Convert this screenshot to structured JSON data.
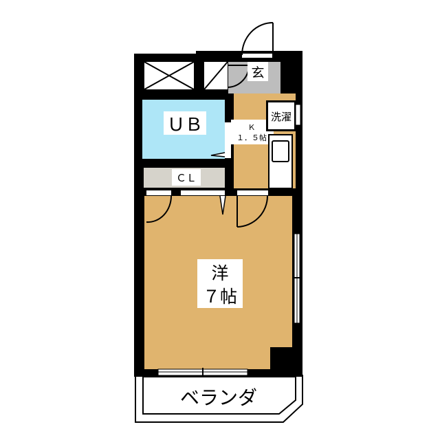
{
  "rooms": {
    "entrance": {
      "label": "玄"
    },
    "bath": {
      "label": "ＵＢ"
    },
    "kitchen": {
      "label_line1": "Ｋ",
      "label_line2": "１．５帖"
    },
    "laundry": {
      "label": "洗濯"
    },
    "closet": {
      "label": "ＣＬ"
    },
    "western_room": {
      "label_line1": "洋",
      "label_line2": "７帖"
    },
    "balcony": {
      "label": "ベランダ"
    }
  },
  "colors": {
    "wall": "#000000",
    "floor": "#e0b46e",
    "bath": "#aee6f7",
    "closet": "#d6d3cb",
    "entrance": "#bdbdbd"
  }
}
